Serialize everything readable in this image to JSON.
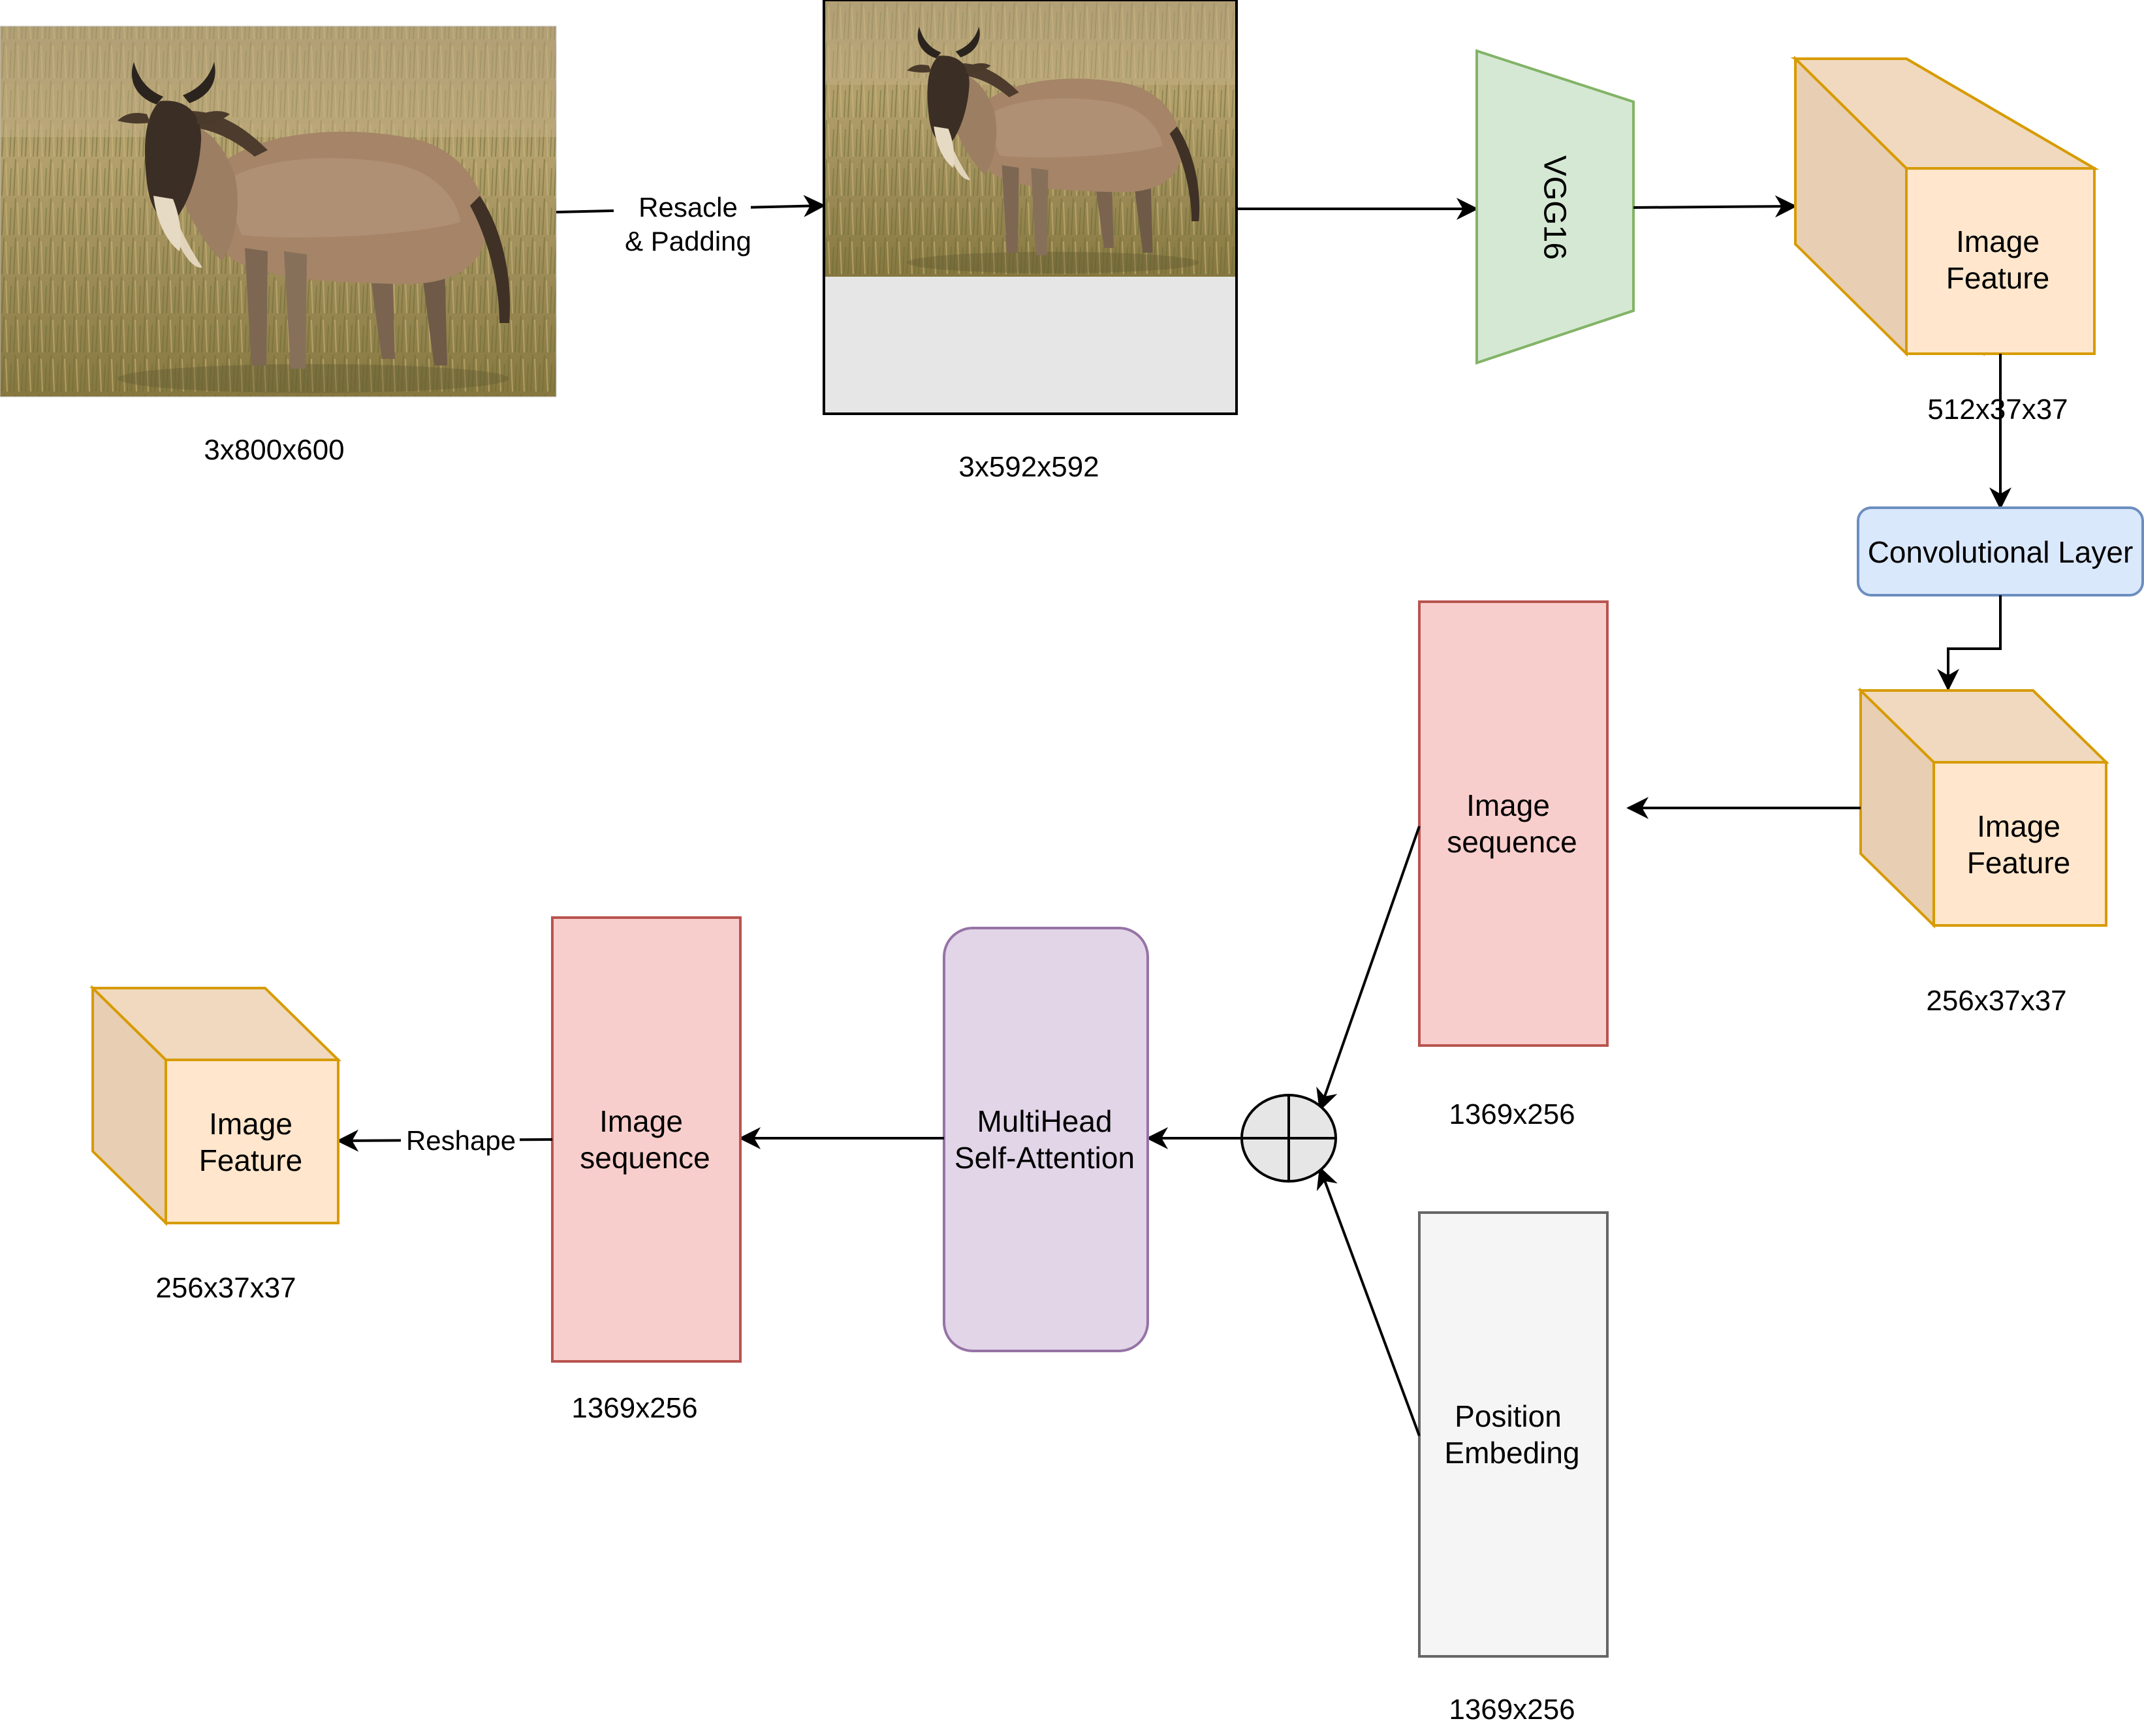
{
  "photo_original": {
    "dims": "3x800x600"
  },
  "rescale": {
    "label_line1": "Resacle",
    "label_line2": "& Padding"
  },
  "photo_padded": {
    "dims": "3x592x592"
  },
  "vgg": {
    "label": "VGG16"
  },
  "feature_1": {
    "label_line1": "Image",
    "label_line2": "Feature",
    "dims": "512x37x37"
  },
  "conv": {
    "label": "Convolutional Layer"
  },
  "feature_2": {
    "label_line1": "Image",
    "label_line2": "Feature",
    "dims": "256x37x37"
  },
  "sequence_1": {
    "label_line1": "Image",
    "label_line2": "sequence",
    "dims": "1369x256"
  },
  "position": {
    "label_line1": "Position",
    "label_line2": "Embeding",
    "dims": "1369x256"
  },
  "attention": {
    "label_line1": "MultiHead",
    "label_line2": "Self-Attention"
  },
  "sequence_2": {
    "label_line1": "Image",
    "label_line2": "sequence",
    "dims": "1369x256"
  },
  "reshape": {
    "label": "Reshape"
  },
  "feature_3": {
    "label_line1": "Image",
    "label_line2": "Feature",
    "dims": "256x37x37"
  },
  "colors": {
    "green_fill": "#d5e8d4",
    "green_stroke": "#82b366",
    "orange_fill": "#ffe6cc",
    "orange_side": "#e8ceb3",
    "orange_stroke": "#d79b00",
    "blue_fill": "#dae8fc",
    "blue_stroke": "#6c8ebf",
    "red_fill": "#f8cecc",
    "red_stroke": "#b85450",
    "purple_fill": "#e1d5e7",
    "purple_stroke": "#9673a6",
    "gray_fill": "#f5f5f5",
    "gray_stroke": "#666666",
    "gray_text": "#333333",
    "sum_fill": "#e6e6e6"
  }
}
